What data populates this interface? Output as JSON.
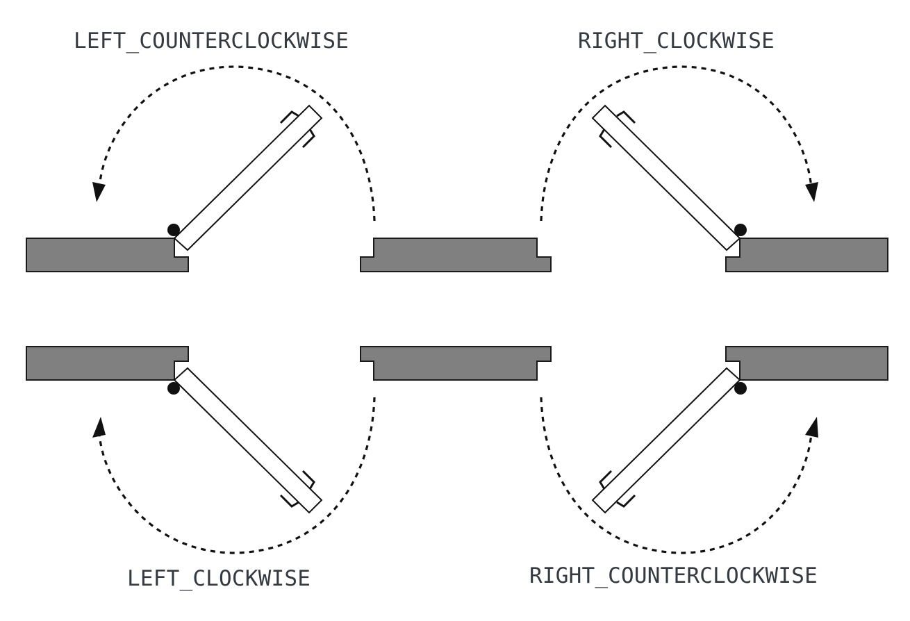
{
  "diagram": {
    "title": "Door swing directions",
    "variants": [
      {
        "id": "left_counterclockwise",
        "label": "LEFT_COUNTERCLOCKWISE",
        "hinge_side": "left",
        "rotation": "counterclockwise",
        "opening": "up"
      },
      {
        "id": "right_clockwise",
        "label": "RIGHT_CLOCKWISE",
        "hinge_side": "right",
        "rotation": "clockwise",
        "opening": "up"
      },
      {
        "id": "left_clockwise",
        "label": "LEFT_CLOCKWISE",
        "hinge_side": "left",
        "rotation": "clockwise",
        "opening": "down"
      },
      {
        "id": "right_counterclockwise",
        "label": "RIGHT_COUNTERCLOCKWISE",
        "hinge_side": "right",
        "rotation": "counterclockwise",
        "opening": "down"
      }
    ],
    "colors": {
      "wall_fill": "#808080",
      "outline": "#111111",
      "door_fill": "#ffffff",
      "label_text": "#343a40",
      "background": "#ffffff"
    }
  }
}
